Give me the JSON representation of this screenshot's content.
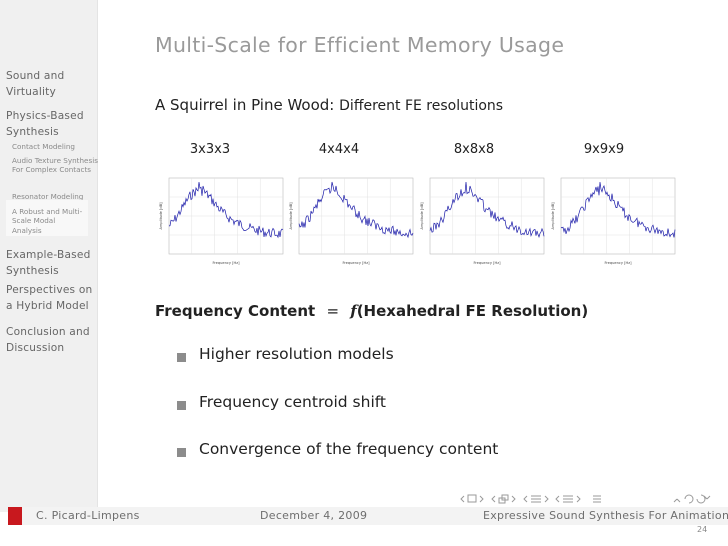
{
  "sidebar": {
    "sections": [
      {
        "label": "Sound and Virtuality"
      },
      {
        "label": "Physics-Based Synthesis",
        "items": [
          "Contact Modeling",
          "Audio Texture Synthesis For Complex Contacts",
          "Resonator Modeling",
          "A Robust and Multi-Scale Modal Analysis"
        ]
      },
      {
        "label": "Example-Based Synthesis"
      },
      {
        "label": "Perspectives on a Hybrid Model"
      },
      {
        "label": "Conclusion and Discussion"
      }
    ]
  },
  "slide": {
    "title": "Multi-Scale for Efficient Memory Usage",
    "subtitle_main": "A Squirrel in Pine Wood:",
    "subtitle_desc": "Different FE resolutions",
    "resolutions": [
      "3x3x3",
      "4x4x4",
      "8x8x8",
      "9x9x9"
    ],
    "plot_xlabel": "Frequency [Hz]",
    "plot_ylabel": "Amplitude [dB]",
    "equation_left": "Frequency Content",
    "equation_eq": "=",
    "equation_f": "f",
    "equation_right": "(Hexahedral FE Resolution)",
    "bullets": [
      "Higher resolution models",
      "Frequency centroid shift",
      "Convergence of the frequency content"
    ]
  },
  "footer": {
    "author": "C. Picard-Limpens",
    "date": "December 4, 2009",
    "talk_title": "Expressive Sound Synthesis For Animation",
    "page": "24"
  },
  "colors": {
    "accent": "#c8181e",
    "spectrum": "#1a1aa8",
    "title_gray": "#9a9a9a"
  }
}
